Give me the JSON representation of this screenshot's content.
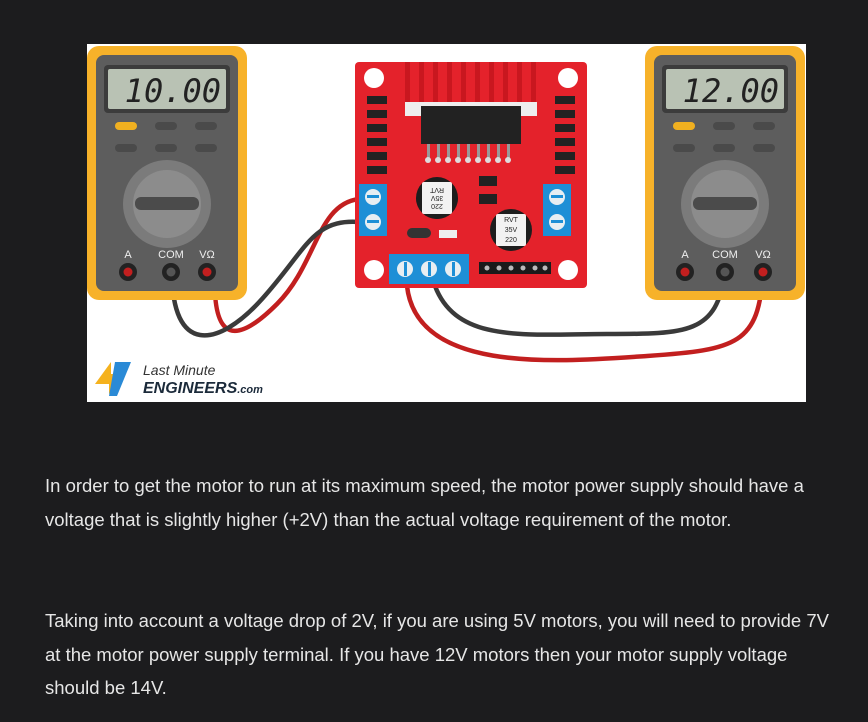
{
  "figure": {
    "meter_left": {
      "reading": "10.00",
      "ports": [
        "A",
        "COM",
        "VΩ"
      ]
    },
    "meter_right": {
      "reading": "12.00",
      "ports": [
        "A",
        "COM",
        "VΩ"
      ]
    },
    "capacitor_text": [
      "220",
      "35V",
      "RVT"
    ],
    "logo": {
      "line1": "Last Minute",
      "line2": "ENGINEERS",
      "suffix": ".com"
    },
    "colors": {
      "board": "#e4222b",
      "meter_case": "#f7b22a",
      "terminal": "#1e8fd6",
      "wire_red": "#c21f1f",
      "wire_black": "#3a3a3a"
    }
  },
  "paragraphs": [
    "In order to get the motor to run at its maximum speed, the motor power supply should have a voltage that is slightly higher (+2V) than the actual voltage requirement of the motor.",
    "Taking into account a voltage drop of 2V, if you are using 5V motors, you will need to provide 7V at the motor power supply terminal. If you have 12V motors then your motor supply voltage should be 14V."
  ]
}
